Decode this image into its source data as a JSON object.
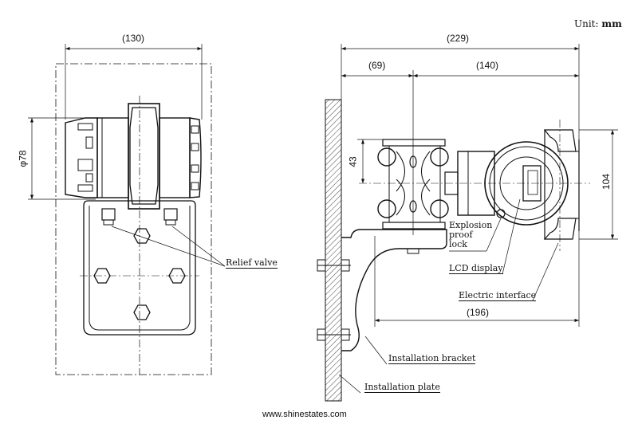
{
  "unit": {
    "label": "Unit:",
    "value": "mm"
  },
  "front_view": {
    "width_dim": "(130)",
    "diameter_dim": "φ78",
    "relief_valve_label": "Relief valve"
  },
  "side_view": {
    "overall_dim": "(229)",
    "flange_dim": "(69)",
    "body_dim": "(140)",
    "height_43": "43",
    "height_104": "104",
    "depth_dim": "(196)",
    "labels": {
      "explosion_proof_lock": [
        "Explosion",
        "proof",
        "lock"
      ],
      "lcd_display": "LCD display",
      "electric_interface": "Electric interface",
      "installation_bracket": "Installation bracket",
      "installation_plate": "Installation plate"
    }
  },
  "footer": {
    "website": "www.shinestates.com"
  },
  "colors": {
    "line": "#111111",
    "background": "#ffffff"
  }
}
